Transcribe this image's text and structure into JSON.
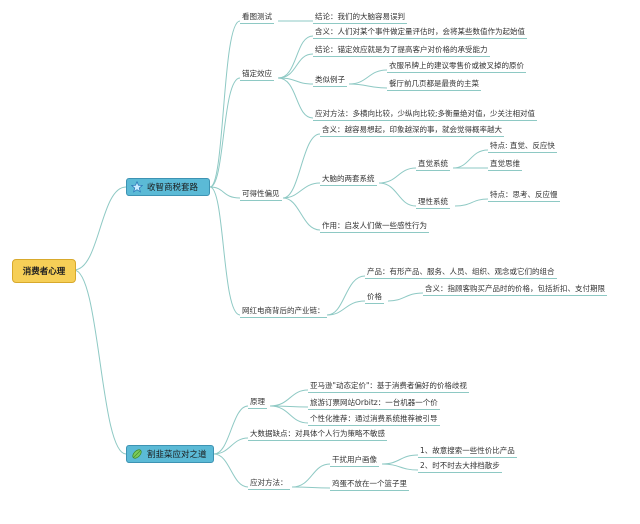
{
  "root": "消费者心理",
  "branches": [
    {
      "label": "收智商税套路",
      "icon": "star-icon"
    },
    {
      "label": "割韭菜应对之道",
      "icon": "leaf-icon"
    }
  ],
  "n": {
    "kantu": "看图测试",
    "kantu_c": "结论：我们的大脑容易误判",
    "maodian": "锚定效应",
    "md_hanyi": "含义：人们对某个事件做定量评估时，会将某些数值作为起始值",
    "md_jielun": "结论：锚定效应就是为了提高客户对价格的承受能力",
    "md_leisi": "类似例子",
    "md_l1": "衣服吊牌上的建议零售价或被叉掉的原价",
    "md_l2": "餐厅前几页都是最贵的主菜",
    "md_yingdui": "应对方法：多横向比较，少纵向比较;多衡量绝对值，少关注相对值",
    "kede": "可得性偏见",
    "kd_hanyi": "含义：越容易想起，印象越深的事，就会觉得概率越大",
    "kd_dnao": "大脑的两套系统",
    "kd_zhijue": "直觉系统",
    "kd_zj1": "特点: 直觉、反应快",
    "kd_zj2": "直觉思维",
    "kd_lixing": "理性系统",
    "kd_lx1": "特点：思考、反应慢",
    "kd_zuoyong": "作用：启发人们做一些感性行为",
    "wanghong": "网红电商背后的产业链：",
    "wh_chanpin": "产品：有形产品、服务、人员、组织、观念或它们的组合",
    "wh_jiage": "价格",
    "wh_jg1": "含义：指顾客购买产品时的价格，包括折扣、支付期限",
    "yuanli": "原理",
    "yl1": "亚马逊\"动态定价\"：基于消费者偏好的价格歧视",
    "yl2": "旅游订票网站Orbitz：一台机器一个价",
    "yl3": "个性化推荐：通过消费系统推荐被引导",
    "dashuju": "大数据缺点：对具体个人行为策略不敏感",
    "yingdui": "应对方法：",
    "yd_ganrao": "干扰用户画像",
    "yd_g1": "1、故意搜索一些性价比产品",
    "yd_g2": "2、时不时去大排档散步",
    "yd_jidan": "鸡蛋不放在一个篮子里"
  }
}
